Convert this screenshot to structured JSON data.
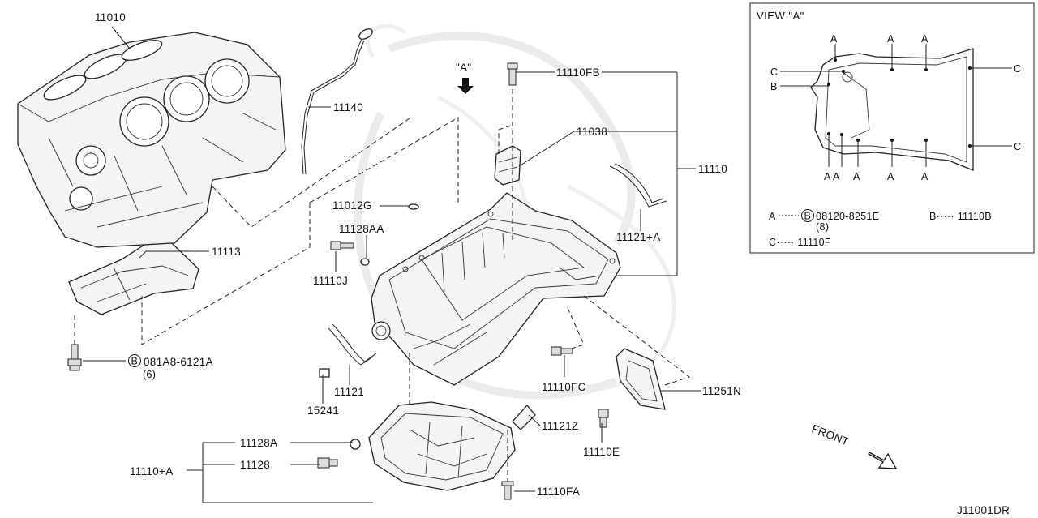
{
  "parts": {
    "p11010": "11010",
    "p11140": "11140",
    "p11113": "11113",
    "p11012g": "11012G",
    "p11128aa": "11128AA",
    "p11110j": "11110J",
    "p11110fb": "11110FB",
    "p11038": "11038",
    "p11110": "11110",
    "p11121a": "11121+A",
    "p11110fc": "11110FC",
    "p11121": "11121",
    "p15241": "15241",
    "p11251n": "11251N",
    "p11121z": "11121Z",
    "p11110e": "11110E",
    "p11128a": "11128A",
    "p11128": "11128",
    "p11110a": "11110+A",
    "p11110fa": "11110FA",
    "bolt_std": "081A8-6121A",
    "bolt_std_qty": "(6)",
    "bolt_std_mark": "B"
  },
  "view_arrow": "\"A\"",
  "front_label": "FRONT",
  "diagram_code": "J11001DR",
  "view_a": {
    "title": "VIEW \"A\"",
    "mark_a": "A",
    "mark_b": "B",
    "mark_c": "C",
    "mark_aa": "A A",
    "legend_a_prefix": "A",
    "legend_a_circle": "B",
    "legend_a_part": "08120-8251E",
    "legend_a_qty": "(8)",
    "legend_b": "B····· 11110B",
    "legend_c": "C····· 11110F"
  }
}
